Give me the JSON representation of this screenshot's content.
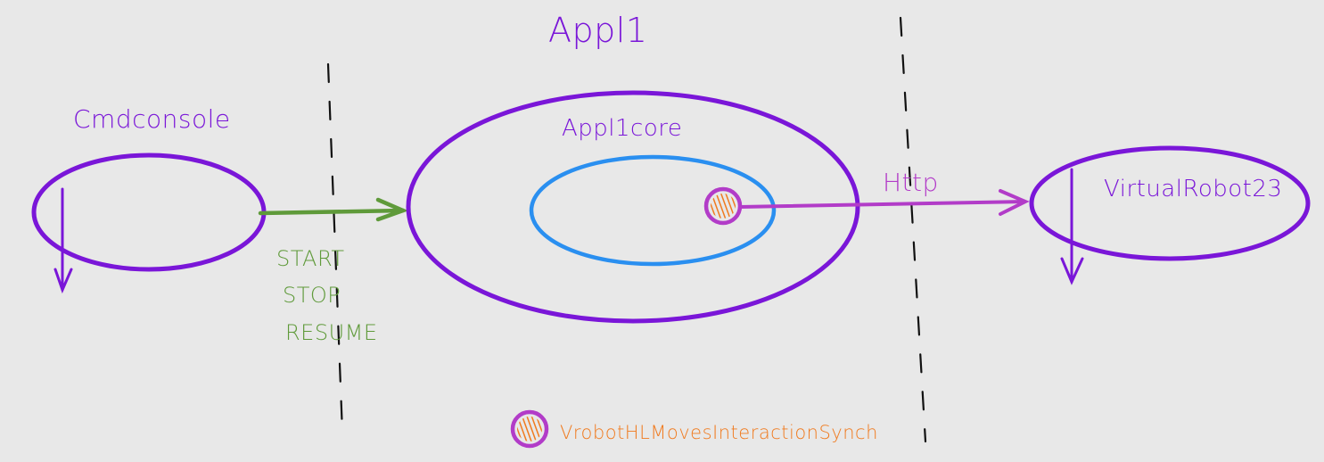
{
  "title": "Appl1",
  "nodes": {
    "cmdconsole": {
      "label": "Cmdconsole"
    },
    "appl1": {
      "label": "Appl1"
    },
    "appl1core": {
      "label": "Appl1core"
    },
    "virtualrobot": {
      "label": "VirtualRobot23"
    }
  },
  "edges": {
    "commands": {
      "lines": [
        "START",
        "STOP",
        "RESUME"
      ]
    },
    "http": {
      "label": "Http"
    }
  },
  "legend": {
    "label": "VrobotHLMovesInteractionSynch"
  },
  "colors": {
    "background": "#e8e8e8",
    "purple": "#7a16d8",
    "blue": "#2a8ff0",
    "green": "#5f9a3a",
    "magenta": "#b23cc8",
    "orange": "#f07a1e",
    "black": "#111111"
  }
}
